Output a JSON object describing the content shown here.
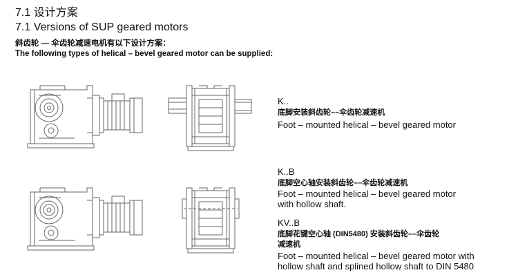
{
  "header": {
    "title_cn": "7.1 设计方案",
    "title_en": "7.1 Versions of SUP geared motors",
    "subtitle_cn": "斜齿轮 — 伞齿轮减速电机有以下设计方案：",
    "subtitle_en": "The following types of helical – bevel geared motor can be supplied:"
  },
  "versions": [
    {
      "code": "K..",
      "name_cn": "底脚安装斜齿轮––伞齿轮减速机",
      "desc_en": [
        "Foot – mounted helical – bevel geared motor"
      ]
    },
    {
      "code": "K..B",
      "name_cn": "底脚空心轴安装斜齿轮––伞齿轮减速机",
      "desc_en": [
        "Foot – mounted helical – bevel geared motor",
        "with hollow shaft."
      ]
    },
    {
      "code": "KV..B",
      "name_cn": [
        "底脚花键空心轴 (DIN5480) 安装斜齿轮––伞齿轮",
        "减速机"
      ],
      "desc_en": [
        "Foot – mounted helical – bevel geared motor with",
        "hollow shaft and splined hollow shaft to DIN 5480"
      ]
    }
  ],
  "colors": {
    "line": "#666666",
    "text": "#111111"
  }
}
